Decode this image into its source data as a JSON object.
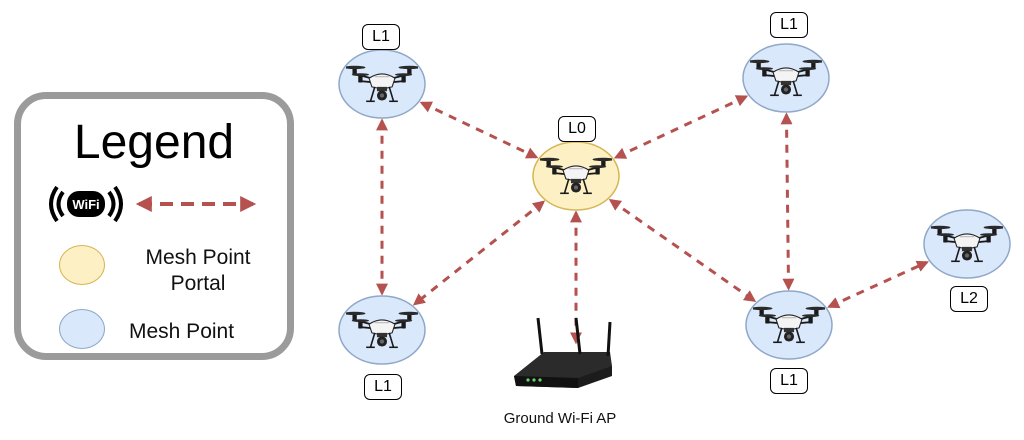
{
  "legend": {
    "title": "Legend",
    "link_icon": "wifi-icon",
    "link_icon_text": "WiFi",
    "portal_label": "Mesh Point Portal",
    "point_label": "Mesh Point"
  },
  "colors": {
    "link": "#b5514f",
    "portal_fill": "#fdf0c4",
    "portal_stroke": "#d6b656",
    "point_fill": "#dae8fc",
    "point_stroke": "#8fa8c8",
    "legend_border": "#9b9b9b"
  },
  "nodes": [
    {
      "id": "l0-center",
      "label": "L0",
      "role": "portal",
      "icon": "drone-icon"
    },
    {
      "id": "l1-top-left",
      "label": "L1",
      "role": "point",
      "icon": "drone-icon"
    },
    {
      "id": "l1-top-right",
      "label": "L1",
      "role": "point",
      "icon": "drone-icon"
    },
    {
      "id": "l1-bottom-left",
      "label": "L1",
      "role": "point",
      "icon": "drone-icon"
    },
    {
      "id": "l1-bottom-right",
      "label": "L1",
      "role": "point",
      "icon": "drone-icon"
    },
    {
      "id": "l2-right",
      "label": "L2",
      "role": "point",
      "icon": "drone-icon"
    }
  ],
  "links": [
    [
      "l1-top-left",
      "l0-center"
    ],
    [
      "l1-top-right",
      "l0-center"
    ],
    [
      "l1-top-left",
      "l1-bottom-left"
    ],
    [
      "l1-top-right",
      "l1-bottom-right"
    ],
    [
      "l0-center",
      "l1-bottom-left"
    ],
    [
      "l0-center",
      "l1-bottom-right"
    ],
    [
      "l1-bottom-right",
      "l2-right"
    ],
    [
      "l0-center",
      "ground-ap"
    ]
  ],
  "access_point": {
    "caption": "Ground Wi-Fi AP",
    "icon": "router-icon"
  }
}
